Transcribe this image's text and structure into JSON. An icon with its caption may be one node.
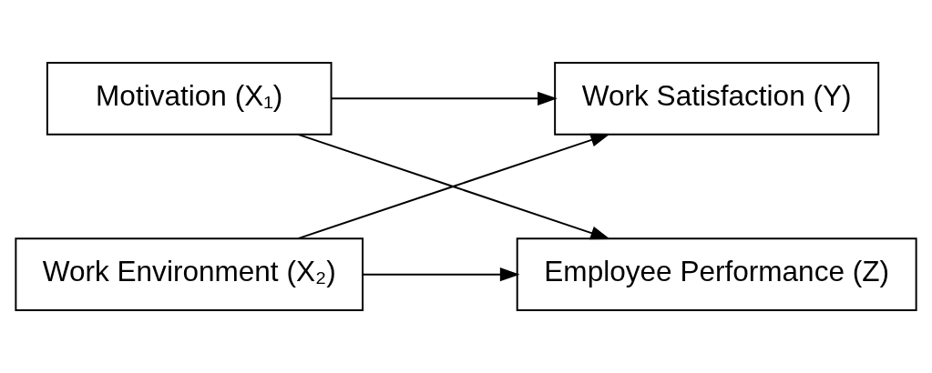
{
  "diagram": {
    "nodes": [
      {
        "text": [
          "Motivation (X₁)"
        ]
      },
      {
        "text": [
          "Work Satisfaction (Y)"
        ]
      },
      {
        "text": [
          "Employee Performance (Z)"
        ]
      },
      {
        "text": [
          "Work Environment (X₂)"
        ]
      }
    ],
    "edges": [
      {
        "from": 0,
        "to": 1,
        "arrow": "to"
      },
      {
        "from": 0,
        "to": 2,
        "arrow": "to"
      },
      {
        "from": 3,
        "to": 1,
        "arrow": "to"
      },
      {
        "from": 3,
        "to": 2,
        "arrow": "to"
      }
    ]
  }
}
